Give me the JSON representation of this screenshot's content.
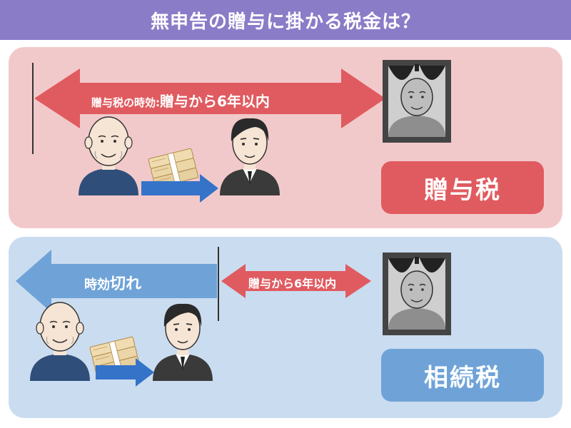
{
  "header": {
    "title": "無申告の贈与に掛かる税金は？"
  },
  "gift_section": {
    "arrow_label_prefix": "贈与税の時効:",
    "arrow_label_main": "贈与から6年以内",
    "tax_label": "贈与税"
  },
  "inheritance_section": {
    "expired_prefix": "時効",
    "expired_main": "切れ",
    "arrow_label": "贈与から6年以内",
    "tax_label": "相続税"
  },
  "colors": {
    "title_bg": "#8b7cc8",
    "gift_panel": "#f2c9ca",
    "gift_accent": "#e05b60",
    "inherit_panel": "#cadcf0",
    "inherit_accent": "#6fa3d8"
  }
}
